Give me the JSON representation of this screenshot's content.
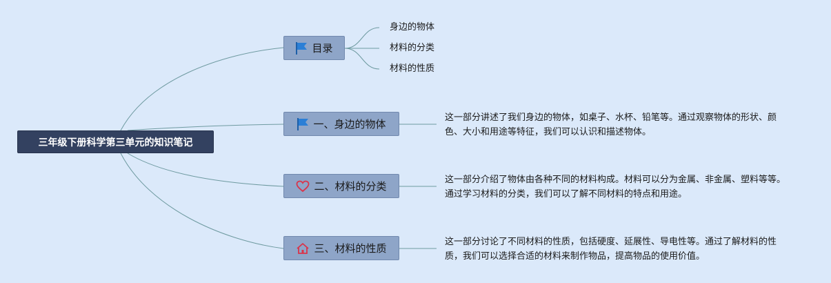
{
  "root": {
    "title": "三年级下册科学第三单元的知识笔记"
  },
  "branches": [
    {
      "label": "目录",
      "icon": "flag-icon",
      "children": [
        "身边的物体",
        "材料的分类",
        "材料的性质"
      ]
    },
    {
      "label": "一、身边的物体",
      "icon": "flag-icon",
      "description": "这一部分讲述了我们身边的物体，如桌子、水杯、铅笔等。通过观察物体的形状、颜色、大小和用途等特征，我们可以认识和描述物体。"
    },
    {
      "label": "二、材料的分类",
      "icon": "heart-icon",
      "description": "这一部分介绍了物体由各种不同的材料构成。材料可以分为金属、非金属、塑料等等。通过学习材料的分类，我们可以了解不同材料的特点和用途。"
    },
    {
      "label": "三、材料的性质",
      "icon": "home-icon",
      "description": "这一部分讨论了不同材料的性质，包括硬度、延展性、导电性等。通过了解材料的性质，我们可以选择合适的材料来制作物品，提高物品的使用价值。"
    }
  ],
  "colors": {
    "background": "#dbe9fa",
    "root_fill": "#334160",
    "branch_fill": "#8ea5c8",
    "connector": "#6e9aa0",
    "flag_icon": "#2b7fd6",
    "heart_icon": "#d9344a",
    "home_icon": "#d9344a"
  }
}
